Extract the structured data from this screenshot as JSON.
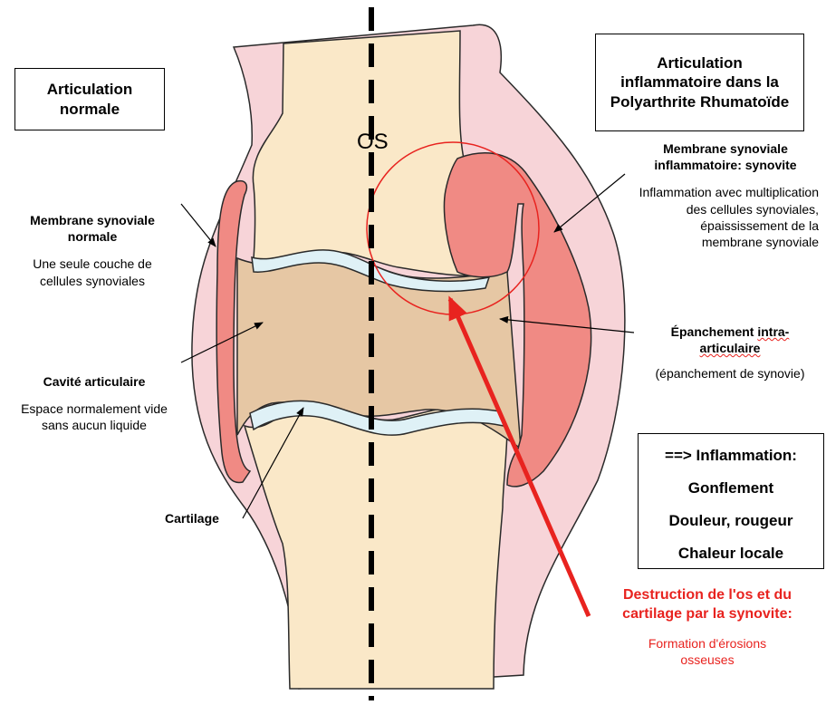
{
  "bone_label": "OS",
  "normal_title": "Articulation normale",
  "inflamed_title": "Articulation inflammatoire dans la Polyarthrite Rhumatoïde",
  "normal_membrane": {
    "title": "Membrane synoviale normale",
    "desc": "Une seule couche de cellules synoviales"
  },
  "cavity": {
    "title": "Cavité articulaire",
    "desc": "Espace normalement vide sans aucun liquide"
  },
  "cartilage_label": "Cartilage",
  "inflamed_membrane": {
    "title": "Membrane synoviale inflammatoire: synovite",
    "desc": "Inflammation avec multiplication des cellules synoviales, épaississement de la membrane synoviale"
  },
  "effusion": {
    "title_part1": "Épanchement",
    "title_part2": "intra-articulaire",
    "desc": "(épanchement de synovie)"
  },
  "inflammation_box": {
    "title": "==> Inflammation:",
    "items": [
      "Gonflement",
      "Douleur, rougeur",
      "Chaleur locale"
    ]
  },
  "destruction": {
    "title": "Destruction de l'os et du cartilage par la synovite:",
    "desc": "Formation d'érosions osseuses"
  },
  "colors": {
    "soft_tissue": "#f7d4d8",
    "bone": "#fae8c8",
    "cavity": "#e6c7a4",
    "cartilage": "#dff1f6",
    "synovium": "#f08a84",
    "accent_red": "#e8231f"
  }
}
